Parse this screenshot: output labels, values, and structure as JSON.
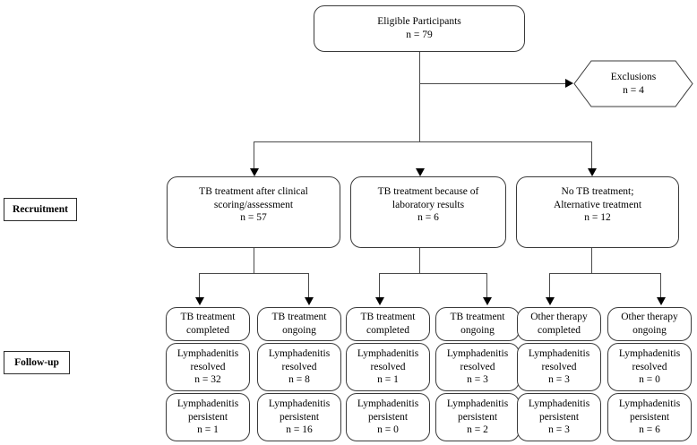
{
  "diagram": {
    "type": "participant-flow-chart",
    "stage_labels": [
      {
        "id": "recruitment",
        "text": "Recruitment"
      },
      {
        "id": "follow-up",
        "text": "Follow-up"
      }
    ],
    "top": {
      "title": "Eligible  Participants",
      "count": "n = 79"
    },
    "exclusions": {
      "title": "Exclusions",
      "count": "n = 4"
    },
    "recruitment_groups": [
      {
        "id": "clinical-scoring",
        "line1": "TB treatment after clinical",
        "line2": "scoring/assessment",
        "count": "n = 57"
      },
      {
        "id": "laboratory-results",
        "line1": "TB treatment because of",
        "line2": "laboratory results",
        "count": "n = 6"
      },
      {
        "id": "alternative-treatment",
        "line1": "No TB treatment;",
        "line2": "Alternative treatment",
        "count": "n = 12"
      }
    ],
    "followup_columns": [
      {
        "id": "clinical-completed",
        "header_line1": "TB treatment",
        "header_line2": "completed",
        "resolved_line1": "Lymphadenitis",
        "resolved_line2": "resolved",
        "resolved_count": "n = 32",
        "persistent_line1": "Lymphadenitis",
        "persistent_line2": "persistent",
        "persistent_count": "n = 1"
      },
      {
        "id": "clinical-ongoing",
        "header_line1": "TB treatment",
        "header_line2": "ongoing",
        "resolved_line1": "Lymphadenitis",
        "resolved_line2": "resolved",
        "resolved_count": "n = 8",
        "persistent_line1": "Lymphadenitis",
        "persistent_line2": "persistent",
        "persistent_count": "n = 16"
      },
      {
        "id": "lab-completed",
        "header_line1": "TB treatment",
        "header_line2": "completed",
        "resolved_line1": "Lymphadenitis",
        "resolved_line2": "resolved",
        "resolved_count": "n = 1",
        "persistent_line1": "Lymphadenitis",
        "persistent_line2": "persistent",
        "persistent_count": "n = 0"
      },
      {
        "id": "lab-ongoing",
        "header_line1": "TB treatment",
        "header_line2": "ongoing",
        "resolved_line1": "Lymphadenitis",
        "resolved_line2": "resolved",
        "resolved_count": "n = 3",
        "persistent_line1": "Lymphadenitis",
        "persistent_line2": "persistent",
        "persistent_count": "n = 2"
      },
      {
        "id": "other-completed",
        "header_line1": "Other therapy",
        "header_line2": "completed",
        "resolved_line1": "Lymphadenitis",
        "resolved_line2": "resolved",
        "resolved_count": "n = 3",
        "persistent_line1": "Lymphadenitis",
        "persistent_line2": "persistent",
        "persistent_count": "n = 3"
      },
      {
        "id": "other-ongoing",
        "header_line1": "Other therapy",
        "header_line2": "ongoing",
        "resolved_line1": "Lymphadenitis",
        "resolved_line2": "resolved",
        "resolved_count": "n = 0",
        "persistent_line1": "Lymphadenitis",
        "persistent_line2": "persistent",
        "persistent_count": "n = 6"
      }
    ],
    "colors": {
      "box_border": "#3a3a3a",
      "connector": "#4a4a4a",
      "arrow": "#000000",
      "background": "#ffffff",
      "text": "#000000"
    }
  }
}
